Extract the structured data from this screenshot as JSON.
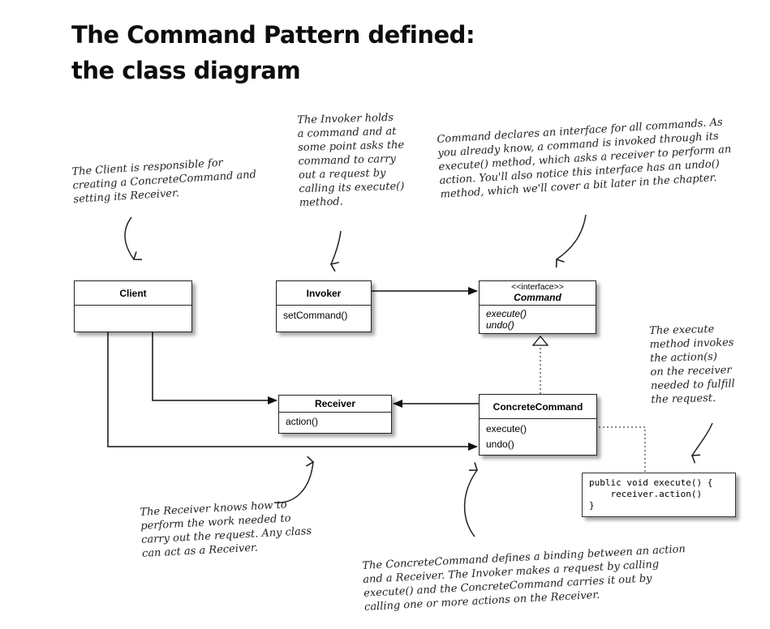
{
  "title": {
    "line1": "The Command Pattern defined:",
    "line2": "the class diagram"
  },
  "notes": {
    "client": [
      "The Client is responsible for",
      "creating a ConcreteCommand and",
      "setting its Receiver."
    ],
    "invoker": [
      "The Invoker holds",
      "a command and at",
      "some point asks the",
      "command to carry",
      "out a request by",
      "calling its execute()",
      "method."
    ],
    "command": [
      "Command declares an interface for all commands. As",
      "you already know, a command is invoked through its",
      "execute() method, which asks a receiver to perform an",
      "action.  You'll also notice this interface has an undo()",
      "method, which we'll cover a bit later in the chapter."
    ],
    "execute": [
      "The execute",
      "method invokes",
      "the action(s)",
      "on the receiver",
      "needed to fulfill",
      "the request."
    ],
    "receiver": [
      "The Receiver knows how to",
      "perform the work needed to",
      "carry out the request.  Any class",
      "can act as a Receiver."
    ],
    "concrete": [
      "The ConcreteCommand defines a binding between an action",
      "and a Receiver.  The Invoker makes a request by calling",
      "execute() and the ConcreteCommand carries it out by",
      "calling one or more actions on the Receiver."
    ]
  },
  "classes": {
    "client": {
      "name": "Client"
    },
    "invoker": {
      "name": "Invoker",
      "method1": "setCommand()"
    },
    "command": {
      "stereotype": "<<interface>>",
      "name": "Command",
      "method1": "execute()",
      "method2": "undo()"
    },
    "receiver": {
      "name": "Receiver",
      "method1": "action()"
    },
    "concrete": {
      "name": "ConcreteCommand",
      "method1": "execute()",
      "method2": "undo()"
    }
  },
  "code": {
    "line1": "public void execute() {",
    "line2": "    receiver.action()",
    "line3": "}"
  }
}
